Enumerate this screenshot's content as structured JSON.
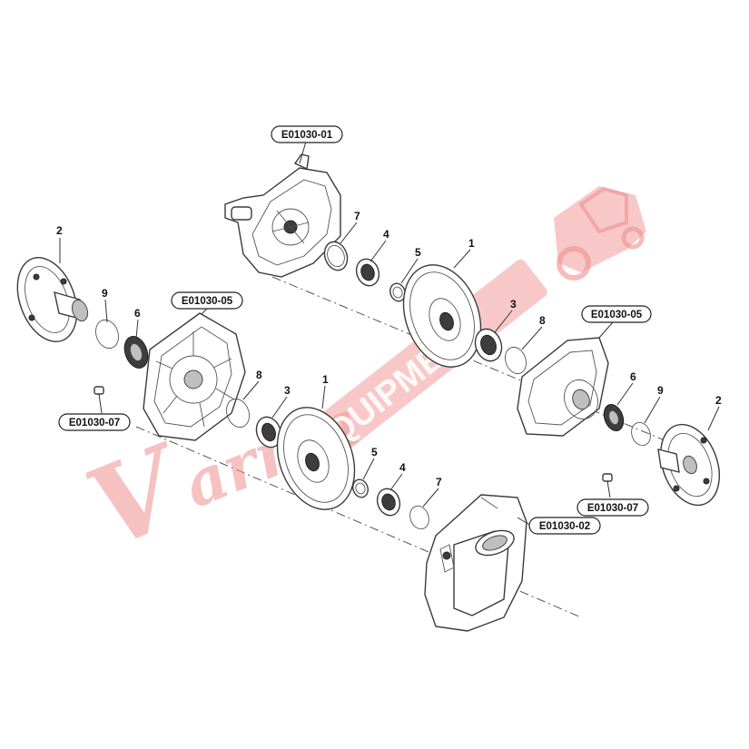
{
  "callouts": {
    "housing_top": "E01030-01",
    "cover_left": "E01030-05",
    "cover_right": "E01030-05",
    "bolt_left": "E01030-07",
    "bolt_right": "E01030-07",
    "housing_bottom": "E01030-02"
  },
  "numbers": {
    "flange_left": "2",
    "circlip_left": "9",
    "seal_left": "6",
    "oring_top": "7",
    "bearing_top": "4",
    "ring_top": "5",
    "gear_top": "1",
    "bearing_mid": "3",
    "oring_mid": "8",
    "seal_right": "6",
    "circlip_right": "9",
    "flange_right": "2",
    "oring_low": "8",
    "bearing_low": "3",
    "gear_low": "1",
    "ring_low": "5",
    "bearing_low2": "4",
    "oring_low2": "7"
  },
  "watermark": {
    "logo": "Varma Equipment"
  }
}
